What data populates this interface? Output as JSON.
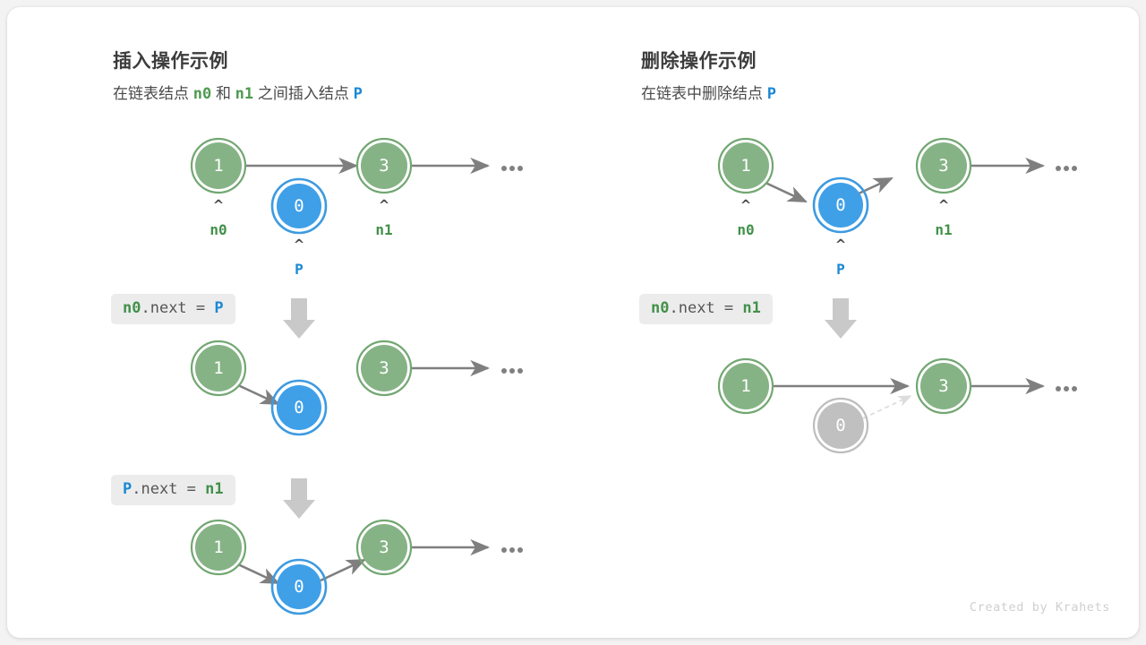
{
  "figure": {
    "credit": "Created by Krahets",
    "colors": {
      "node_green_fill": "#86b386",
      "node_green_ring": "#72a772",
      "node_blue_fill": "#3fa0e8",
      "node_blue_ring": "#3d9ae0",
      "node_gray_fill": "#c0c0c0",
      "node_gray_ring": "#bdbdbd",
      "arrow_gray": "#7f7f7f",
      "arrow_dashed": "#d8d8d8",
      "block_arrow": "#c9c9c9",
      "code_bg": "#ececec",
      "green_text": "#42914a",
      "blue_text": "#1a88d4",
      "title_text": "#3c3c3c"
    }
  },
  "panels": [
    {
      "id": "insert",
      "title": "插入操作示例",
      "subtitle_parts": [
        {
          "text": "在链表结点 ",
          "style": "plain"
        },
        {
          "text": "n0",
          "style": "green"
        },
        {
          "text": " 和 ",
          "style": "plain"
        },
        {
          "text": "n1",
          "style": "green"
        },
        {
          "text": " 之间插入结点 ",
          "style": "plain"
        },
        {
          "text": "P",
          "style": "blue"
        }
      ],
      "steps": [
        {
          "code_parts": [
            {
              "text": "n0",
              "style": "green"
            },
            {
              "text": ".next = ",
              "style": "plain"
            },
            {
              "text": "P",
              "style": "blue"
            }
          ],
          "code_text": "n0.next = P"
        },
        {
          "code_parts": [
            {
              "text": "P",
              "style": "blue"
            },
            {
              "text": ".next = ",
              "style": "plain"
            },
            {
              "text": "n1",
              "style": "green"
            }
          ],
          "code_text": "P.next = n1"
        }
      ],
      "rows": [
        {
          "nodes": [
            {
              "value": "1",
              "color": "green",
              "pointer": "n0"
            },
            {
              "value": "0",
              "color": "blue",
              "pointer": "P"
            },
            {
              "value": "3",
              "color": "green",
              "pointer": "n1"
            }
          ],
          "ellipsis": "..."
        },
        {
          "nodes": [
            {
              "value": "1",
              "color": "green",
              "pointer": ""
            },
            {
              "value": "0",
              "color": "blue",
              "pointer": ""
            },
            {
              "value": "3",
              "color": "green",
              "pointer": ""
            }
          ],
          "ellipsis": "..."
        },
        {
          "nodes": [
            {
              "value": "1",
              "color": "green",
              "pointer": ""
            },
            {
              "value": "0",
              "color": "blue",
              "pointer": ""
            },
            {
              "value": "3",
              "color": "green",
              "pointer": ""
            }
          ],
          "ellipsis": "..."
        }
      ]
    },
    {
      "id": "delete",
      "title": "删除操作示例",
      "subtitle_parts": [
        {
          "text": "在链表中删除结点 ",
          "style": "plain"
        },
        {
          "text": "P",
          "style": "blue"
        }
      ],
      "steps": [
        {
          "code_parts": [
            {
              "text": "n0",
              "style": "green"
            },
            {
              "text": ".next = ",
              "style": "plain"
            },
            {
              "text": "n1",
              "style": "green"
            }
          ],
          "code_text": "n0.next = n1"
        }
      ],
      "rows": [
        {
          "nodes": [
            {
              "value": "1",
              "color": "green",
              "pointer": "n0"
            },
            {
              "value": "0",
              "color": "blue",
              "pointer": "P"
            },
            {
              "value": "3",
              "color": "green",
              "pointer": "n1"
            }
          ],
          "ellipsis": "..."
        },
        {
          "nodes": [
            {
              "value": "1",
              "color": "green",
              "pointer": ""
            },
            {
              "value": "0",
              "color": "gray",
              "pointer": ""
            },
            {
              "value": "3",
              "color": "green",
              "pointer": ""
            }
          ],
          "ellipsis": "..."
        }
      ]
    }
  ]
}
